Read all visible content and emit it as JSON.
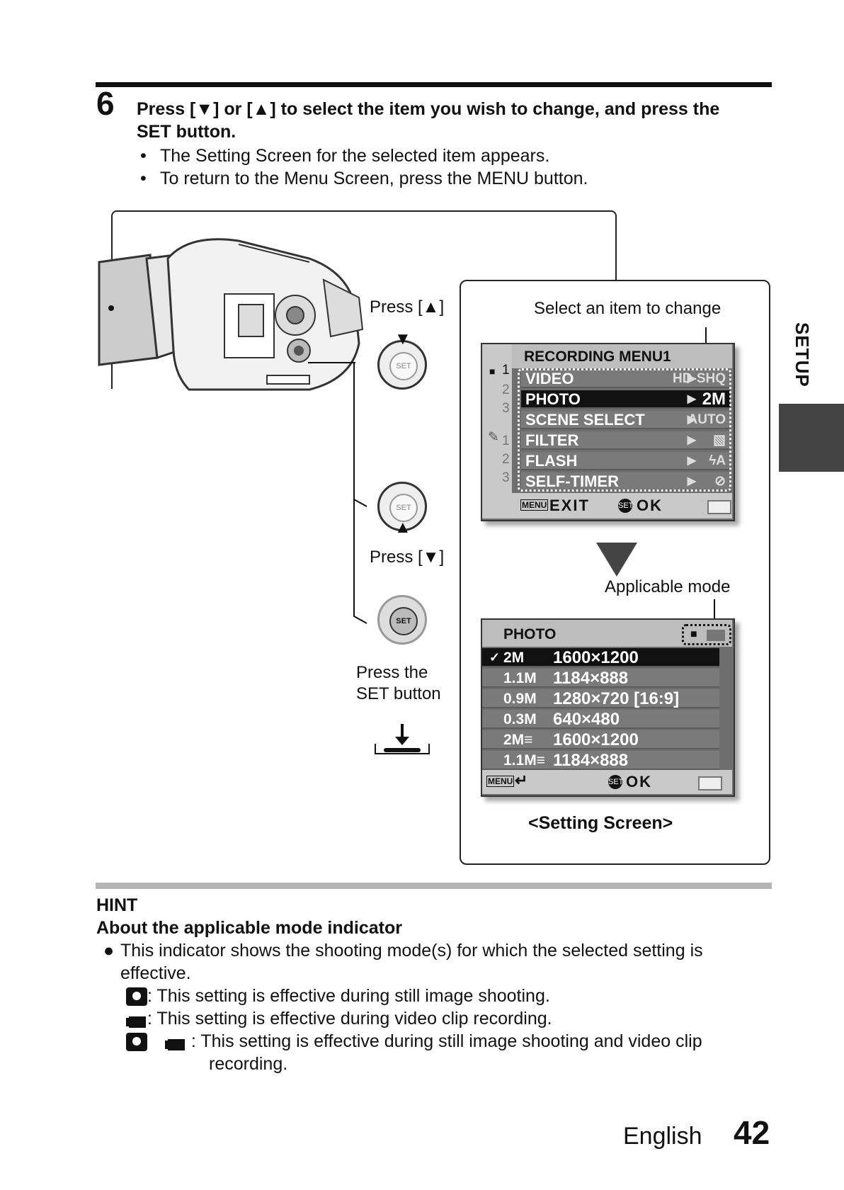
{
  "step": {
    "number": "6",
    "heading_line1": "Press [▼] or [▲] to select the item you wish to change, and press the",
    "heading_line2": "SET button.",
    "bullets": [
      "The Setting Screen for the selected item appears.",
      "To return to the Menu Screen, press the MENU button."
    ]
  },
  "side_tab": "SETUP",
  "callouts": {
    "press_up": "Press [▲]",
    "press_down": "Press [▼]",
    "press_set_line1": "Press the",
    "press_set_line2": "SET button",
    "select_item": "Select an item to change",
    "applicable_mode": "Applicable mode",
    "setting_screen": "<Setting Screen>"
  },
  "dpad_label": "SET",
  "menu_screen": {
    "title": "RECORDING MENU1",
    "tab_numbers": [
      "1",
      "2",
      "3",
      "1",
      "2",
      "3"
    ],
    "items": [
      {
        "label": "VIDEO",
        "value": "HD-SHQ",
        "selected": false
      },
      {
        "label": "PHOTO",
        "value": "2M",
        "selected": true
      },
      {
        "label": "SCENE SELECT",
        "value": "AUTO",
        "selected": false
      },
      {
        "label": "FILTER",
        "value": "▧",
        "selected": false
      },
      {
        "label": "FLASH",
        "value": "ϟA",
        "selected": false
      },
      {
        "label": "SELF-TIMER",
        "value": "⊘",
        "selected": false
      }
    ],
    "footer_menu": "MENU",
    "footer_exit": "EXIT",
    "footer_set": "SET",
    "footer_ok": "OK"
  },
  "setting_screen": {
    "title": "PHOTO",
    "rows": [
      {
        "check": "✓",
        "icon": "2M",
        "resolution": "1600×1200",
        "selected": true
      },
      {
        "check": "",
        "icon": "1.1M",
        "resolution": "1184×888",
        "selected": false
      },
      {
        "check": "",
        "icon": "0.9M",
        "resolution": "1280×720 [16:9]",
        "selected": false
      },
      {
        "check": "",
        "icon": "0.3M",
        "resolution": "640×480",
        "selected": false
      },
      {
        "check": "",
        "icon": "2M≡",
        "resolution": "1600×1200",
        "selected": false
      },
      {
        "check": "",
        "icon": "1.1M≡",
        "resolution": "1184×888",
        "selected": false
      }
    ],
    "footer_menu": "MENU",
    "footer_back": "↵",
    "footer_set": "SET",
    "footer_ok": "OK"
  },
  "hint": {
    "label": "HINT",
    "title": "About the applicable mode indicator",
    "bullet_line1": "This indicator shows the shooting mode(s) for which the selected setting is",
    "bullet_line2": "effective.",
    "still_text": ": This setting is effective during still image shooting.",
    "video_text": ": This setting is effective during video clip recording.",
    "both_text_line1": ":  This setting is effective during still image shooting and video clip",
    "both_text_line2": "recording."
  },
  "footer": {
    "language": "English",
    "page_number": "42"
  },
  "colors": {
    "lcd_gray": "#7a7a7a",
    "selected_row": "#111111",
    "side_block": "#444444"
  }
}
